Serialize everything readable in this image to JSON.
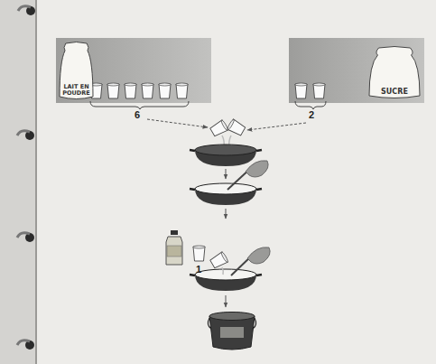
{
  "diagram": {
    "nodes": [
      {
        "text": [
          "LAIT EN POUDRE"
        ]
      },
      {
        "text": [
          "SUCRE"
        ]
      }
    ],
    "labels": [
      "6",
      "2",
      "1"
    ]
  }
}
